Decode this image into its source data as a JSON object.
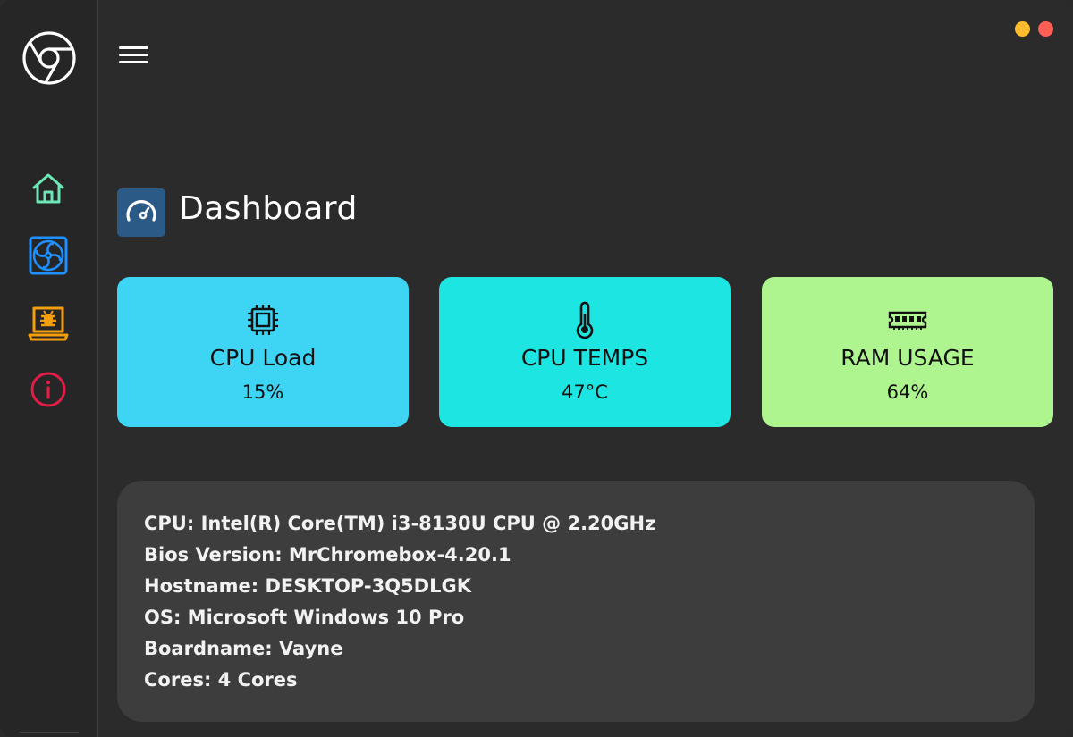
{
  "colors": {
    "home": "#6ee7b7",
    "fan": "#1e90ff",
    "bug": "#f59e0b",
    "info": "#e11d48",
    "dot_yellow": "#ffbd2e",
    "dot_red": "#ff5f57",
    "title_icon_bg": "#2b5a86",
    "card_cpu": "#3dd5f3",
    "card_temp": "#1de5e2",
    "card_ram": "#aef58f"
  },
  "sidebar": {
    "logo_icon": "chrome-icon",
    "items": [
      {
        "name": "home",
        "icon": "home-icon"
      },
      {
        "name": "fan",
        "icon": "fan-icon"
      },
      {
        "name": "bug",
        "icon": "bug-icon"
      },
      {
        "name": "info",
        "icon": "info-icon"
      }
    ]
  },
  "header": {
    "menu_icon": "hamburger-icon",
    "title": "Dashboard",
    "title_icon": "speedometer-icon"
  },
  "cards": [
    {
      "label": "CPU Load",
      "value": "15%",
      "icon": "cpu-icon"
    },
    {
      "label": "CPU TEMPS",
      "value": "47°C",
      "icon": "thermometer-icon"
    },
    {
      "label": "RAM USAGE",
      "value": "64%",
      "icon": "ram-icon"
    }
  ],
  "system_info": {
    "cpu": "CPU: Intel(R) Core(TM) i3-8130U CPU @ 2.20GHz",
    "bios": "Bios Version: MrChromebox-4.20.1",
    "hostname": "Hostname: DESKTOP-3Q5DLGK",
    "os": "OS: Microsoft Windows 10 Pro",
    "boardname": "Boardname: Vayne",
    "cores": "Cores: 4 Cores"
  }
}
